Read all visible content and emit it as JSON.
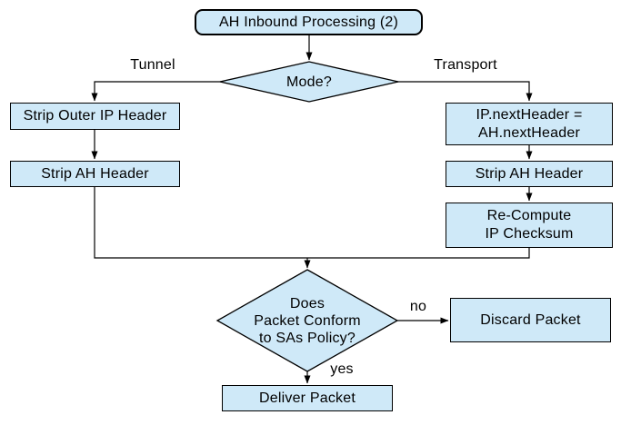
{
  "colors": {
    "node_fill": "#cfe9f8",
    "node_border": "#000000",
    "edge_line": "#000000",
    "text_color": "#000000",
    "canvas_bg": "#ffffff"
  },
  "nodes": {
    "start": {
      "label": "AH Inbound Processing (2)"
    },
    "mode": {
      "label": "Mode?"
    },
    "strip_outer_ip": {
      "label": "Strip Outer IP Header"
    },
    "strip_ah_left": {
      "label": "Strip AH Header"
    },
    "ip_next_header": {
      "label": "IP.nextHeader =\nAH.nextHeader"
    },
    "strip_ah_right": {
      "label": "Strip AH Header"
    },
    "recompute_checksum": {
      "label": "Re-Compute\nIP Checksum"
    },
    "policy_check": {
      "label": "Does\nPacket Conform\nto SAs Policy?"
    },
    "discard": {
      "label": "Discard Packet"
    },
    "deliver": {
      "label": "Deliver Packet"
    }
  },
  "edge_labels": {
    "tunnel": "Tunnel",
    "transport": "Transport",
    "no": "no",
    "yes": "yes"
  }
}
